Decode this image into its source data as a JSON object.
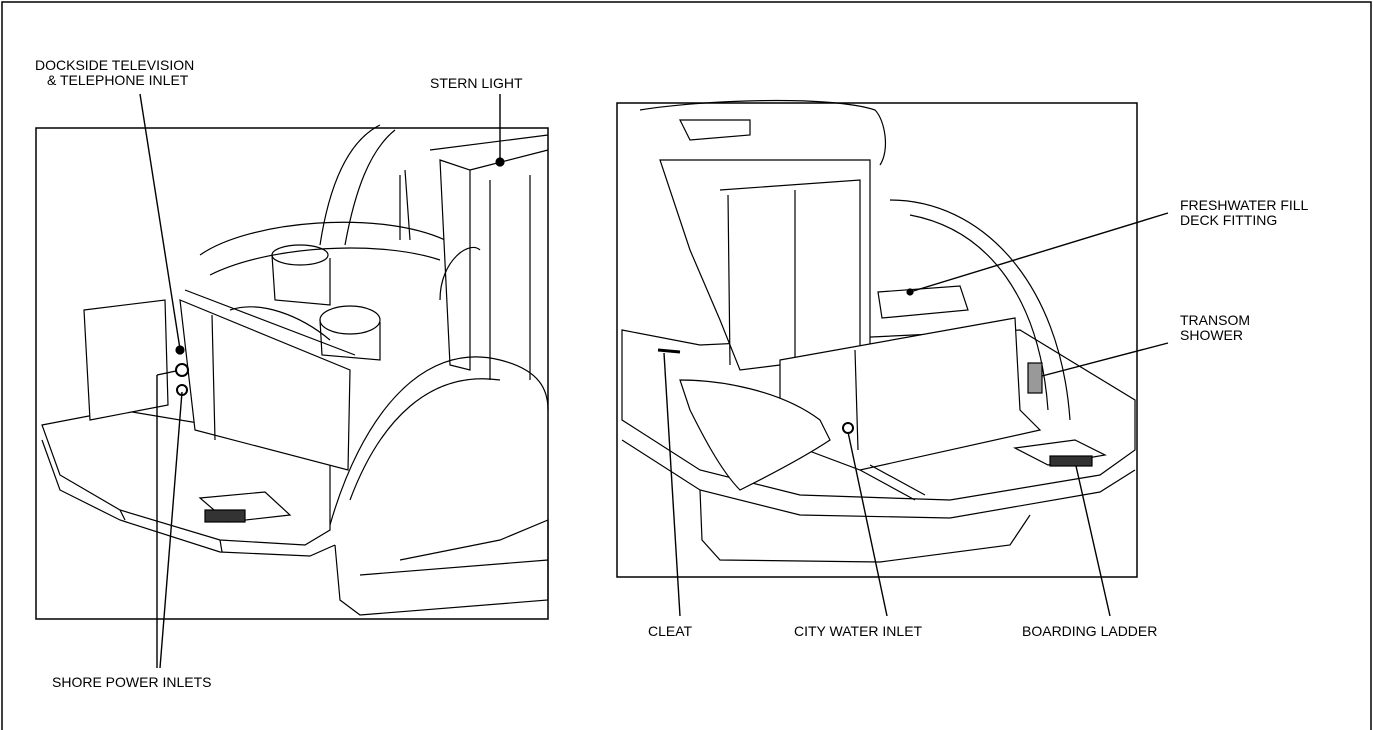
{
  "figure": {
    "left_view": {
      "labels": {
        "dockside_tv_phone_line1": "DOCKSIDE TELEVISION",
        "dockside_tv_phone_line2": "& TELEPHONE INLET",
        "stern_light": "STERN LIGHT",
        "shore_power_inlets": "SHORE POWER INLETS"
      }
    },
    "right_view": {
      "labels": {
        "freshwater_fill_line1": "FRESHWATER FILL",
        "freshwater_fill_line2": "DECK FITTING",
        "transom_shower_line1": "TRANSOM",
        "transom_shower_line2": "SHOWER",
        "cleat": "CLEAT",
        "city_water_inlet": "CITY WATER INLET",
        "boarding_ladder": "BOARDING LADDER"
      }
    }
  }
}
